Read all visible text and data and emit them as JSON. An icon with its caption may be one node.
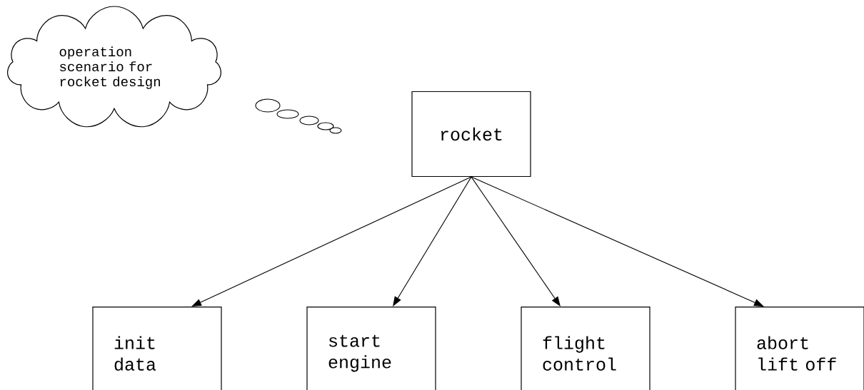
{
  "diagram": {
    "nodes": [
      {
        "text": [
          "operation scenario for rocket design"
        ]
      },
      {
        "text": [
          "rocket"
        ]
      },
      {
        "text": [
          "init data"
        ]
      },
      {
        "text": [
          "start engine"
        ]
      },
      {
        "text": [
          "flight control"
        ]
      },
      {
        "text": [
          "abort lift off"
        ]
      }
    ],
    "edges": [
      {
        "from": 1,
        "to": 2,
        "arrow": "to"
      },
      {
        "from": 1,
        "to": 3,
        "arrow": "to"
      },
      {
        "from": 1,
        "to": 4,
        "arrow": "to"
      },
      {
        "from": 1,
        "to": 5,
        "arrow": "to"
      }
    ]
  }
}
